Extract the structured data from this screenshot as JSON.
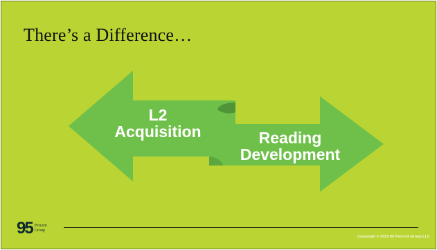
{
  "slide": {
    "title": "There’s a Difference…",
    "background_color": "#bad433",
    "arrow_color": "#6fc04a",
    "arrow_fold_color": "#4f9436"
  },
  "arrows": {
    "left_label_line1": "L2",
    "left_label_line2": "Acquisition",
    "right_label_line1": "Reading",
    "right_label_line2": "Development"
  },
  "footer": {
    "logo_number": "95",
    "logo_word1": "Percent",
    "logo_word2": "Group",
    "copyright": "Copyright © 2023 95 Percent Group LLC"
  }
}
